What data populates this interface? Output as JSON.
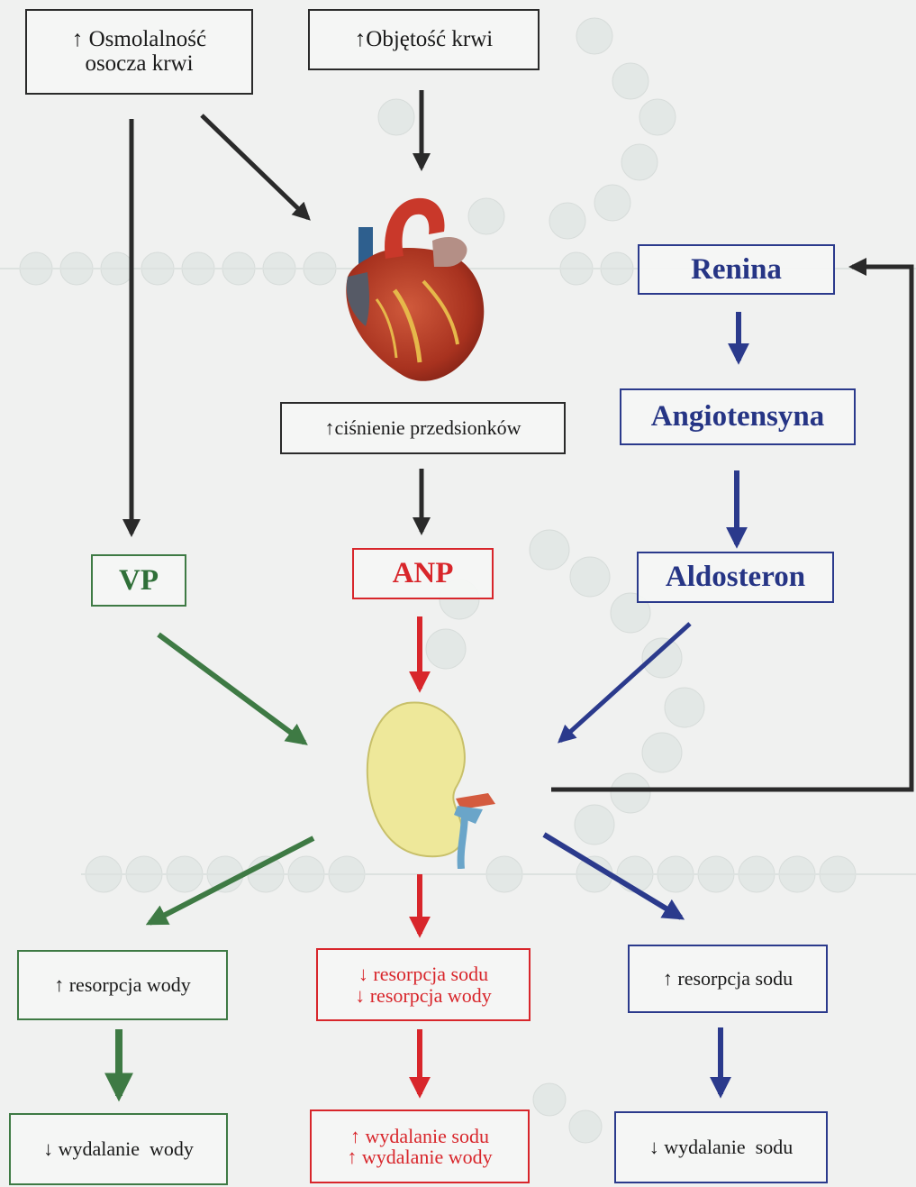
{
  "boxes": {
    "osmolality": {
      "line1": "↑ Osmolalność",
      "line2": "osocza krwi"
    },
    "blood_volume": "↑Objętość krwi",
    "atrial_pressure": "↑ciśnienie przedsionków",
    "vp": "VP",
    "anp": "ANP",
    "renin": "Renina",
    "angiotensin": "Angiotensyna",
    "aldosterone": "Aldosteron",
    "water_resorption": "↑ resorpcja wody",
    "anp_resorption": {
      "line1": "↓ resorpcja sodu",
      "line2": "↓ resorpcja wody"
    },
    "sodium_resorption": "↑ resorpcja sodu",
    "water_excretion": "↓ wydalanie  wody",
    "anp_excretion": {
      "line1": "↑ wydalanie sodu",
      "line2": "↑ wydalanie wody"
    },
    "sodium_excretion": "↓ wydalanie  sodu"
  },
  "colors": {
    "black": "#2a2a2a",
    "green": "#3e7a44",
    "red": "#d8262b",
    "blue": "#2b3a8c"
  },
  "images": {
    "heart": "heart-illustration",
    "kidney": "kidney-illustration"
  }
}
